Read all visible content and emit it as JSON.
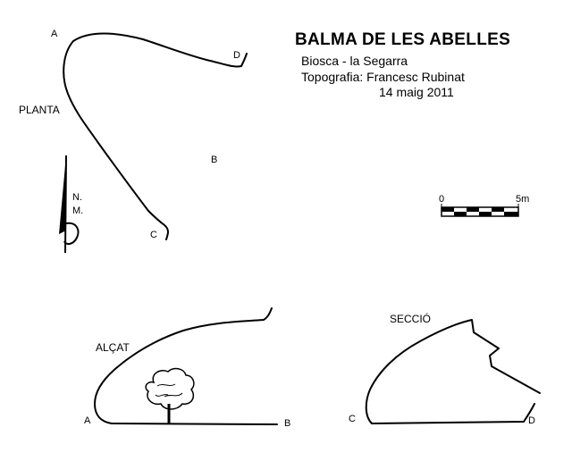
{
  "header": {
    "title": "BALMA DE LES ABELLES",
    "location": "Biosca - la Segarra",
    "survey": "Topografia: Francesc Rubinat",
    "date": "14 maig 2011"
  },
  "plan": {
    "label": "PLANTA",
    "points": [
      "A",
      "B",
      "C",
      "D"
    ]
  },
  "north_arrow": {
    "label_line1": "N.",
    "label_line2": "M."
  },
  "scale_bar": {
    "start_label": "0",
    "end_label": "5m"
  },
  "elevation": {
    "label": "ALÇAT",
    "left_point": "A",
    "right_point": "B",
    "tree_icon": "tree-icon"
  },
  "section": {
    "label": "SECCIÓ",
    "left_point": "C",
    "right_point": "D"
  }
}
